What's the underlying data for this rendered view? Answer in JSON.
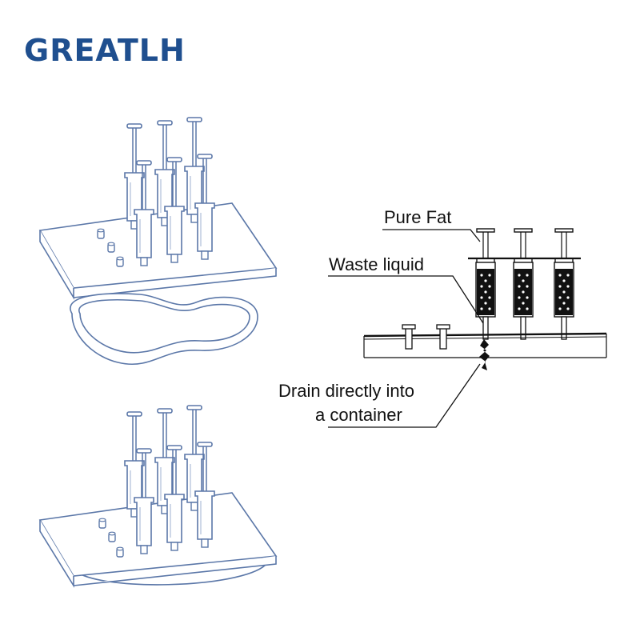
{
  "brand": {
    "logo_text": "GREATLH",
    "color": "#1f4f8f"
  },
  "colors": {
    "illustration_line": "#5b77a8",
    "diagram_line": "#111111"
  },
  "callouts": {
    "pure_fat": "Pure Fat",
    "waste_liquid": "Waste liquid",
    "drain_line1": "Drain directly into",
    "drain_line2": "a container"
  }
}
